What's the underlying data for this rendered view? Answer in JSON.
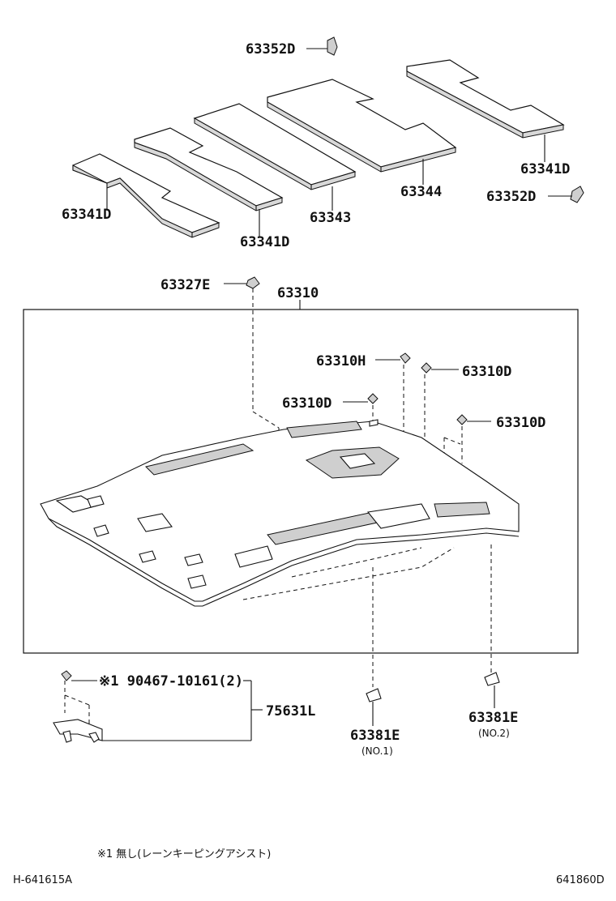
{
  "labels": {
    "p63352D_top": "63352D",
    "p63341D_right": "63341D",
    "p63352D_right": "63352D",
    "p63344": "63344",
    "p63343": "63343",
    "p63341D_mid": "63341D",
    "p63341D_left": "63341D",
    "p63327E": "63327E",
    "p63310": "63310",
    "p63310H": "63310H",
    "p63310D_a": "63310D",
    "p63310D_b": "63310D",
    "p63310D_c": "63310D",
    "p90467": "※1 90467-10161(2)",
    "p75631L": "75631L",
    "p63381E_1": "63381E",
    "no1": "(NO.1)",
    "p63381E_2": "63381E",
    "no2": "(NO.2)"
  },
  "footnote": "※1 無し(レーンキーピングアシスト)",
  "corner_left": "H-641615A",
  "corner_right": "641860D"
}
